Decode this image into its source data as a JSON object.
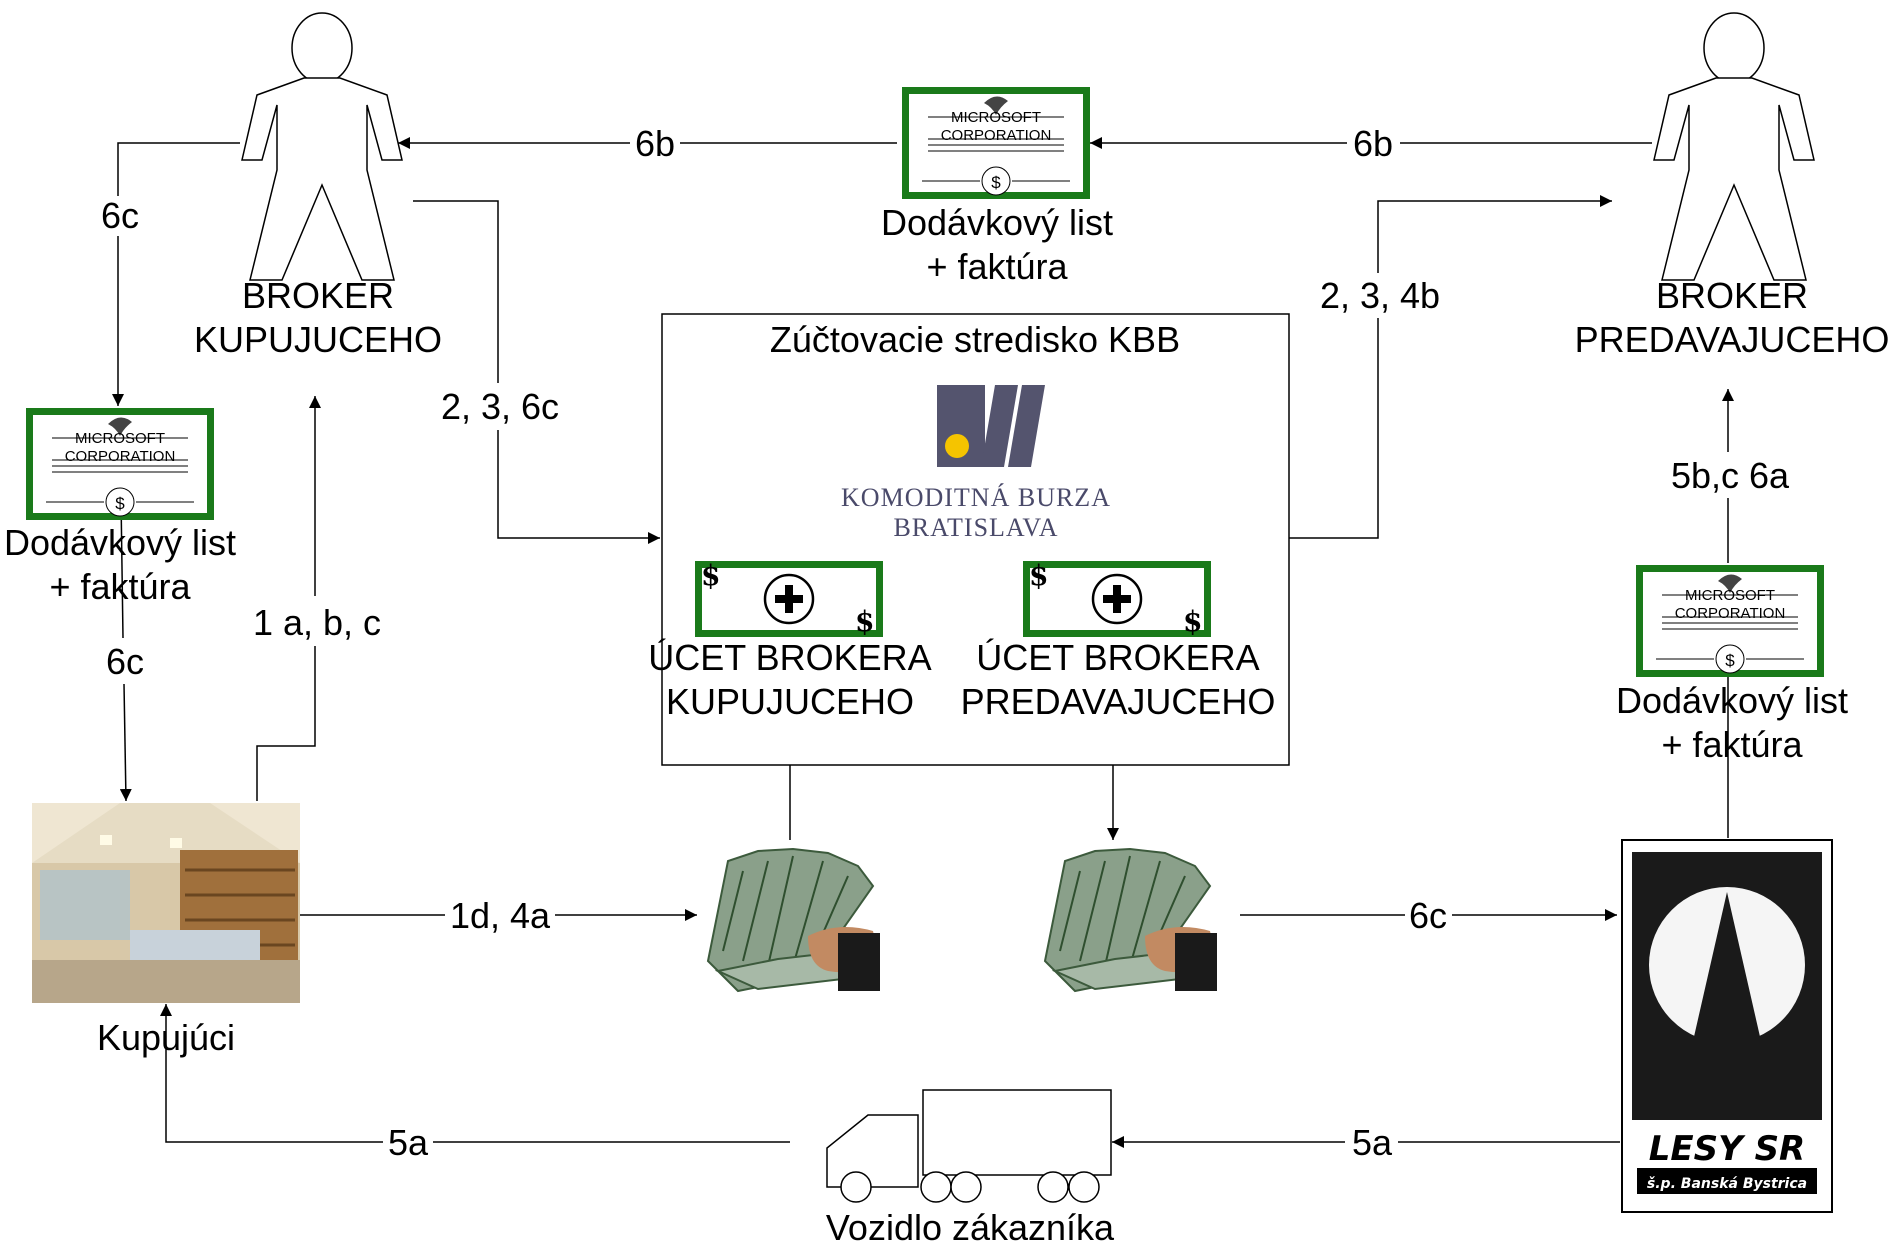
{
  "nodes": {
    "broker_buyer": [
      "BROKER",
      "KUPUJUCEHO"
    ],
    "broker_seller": [
      "BROKER",
      "PREDAVAJUCEHO"
    ],
    "clearing_house": "Zúčtovacie stredisko KBB",
    "kbb_logo": [
      "KOMODITNÁ BURZA",
      "BRATISLAVA"
    ],
    "account_buyer": [
      "ÚCET BROKERA",
      "KUPUJUCEHO"
    ],
    "account_seller": [
      "ÚCET BROKERA",
      "PREDAVAJUCEHO"
    ],
    "buyer": "Kupujúci",
    "vehicle": "Vozidlo zákazníka",
    "document": [
      "Dodávkový list",
      "+ faktúra"
    ],
    "certificate": [
      "MICROSOFT",
      "CORPORATION"
    ],
    "lesy_logo": [
      "LESY SR",
      "š.p. Banská Bystrica"
    ]
  },
  "edges": {
    "e_6b_left": "6b",
    "e_6b_right": "6b",
    "e_6c_top": "6c",
    "e_6c_mid": "6c",
    "e_1abc": "1 a, b, c",
    "e_236c": "2, 3, 6c",
    "e_234b": "2, 3, 4b",
    "e_5bc6a": "5b,c 6a",
    "e_1d4a": "1d, 4a",
    "e_6c_money": "6c",
    "e_5a_left": "5a",
    "e_5a_right": "5a"
  }
}
